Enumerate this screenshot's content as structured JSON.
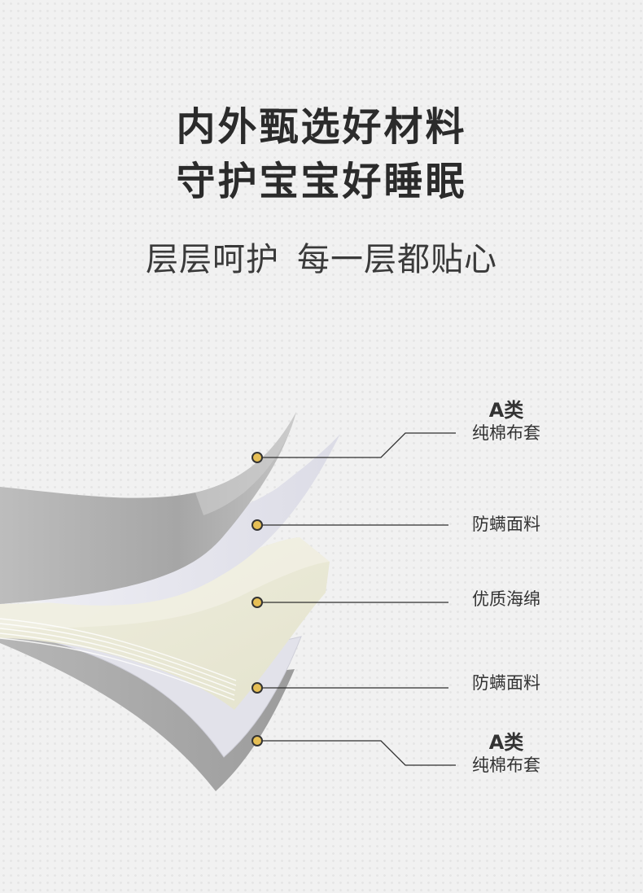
{
  "headline": {
    "line1": "内外甄选好材料",
    "line2": "守护宝宝好睡眠"
  },
  "subtitle": {
    "part1": "层层呵护",
    "part2": "每一层都贴心"
  },
  "layers": [
    {
      "label_top": "A类",
      "label_bottom": "纯棉布套"
    },
    {
      "label": "防螨面料"
    },
    {
      "label": "优质海绵"
    },
    {
      "label": "防螨面料"
    },
    {
      "label_top": "A类",
      "label_bottom": "纯棉布套"
    }
  ],
  "colors": {
    "cotton_cover": "#a9a9a9",
    "mite_fabric": "#e7e7ee",
    "sponge": "#ecebd9",
    "dot": "#e6bf55",
    "line": "#2f2f2f"
  }
}
